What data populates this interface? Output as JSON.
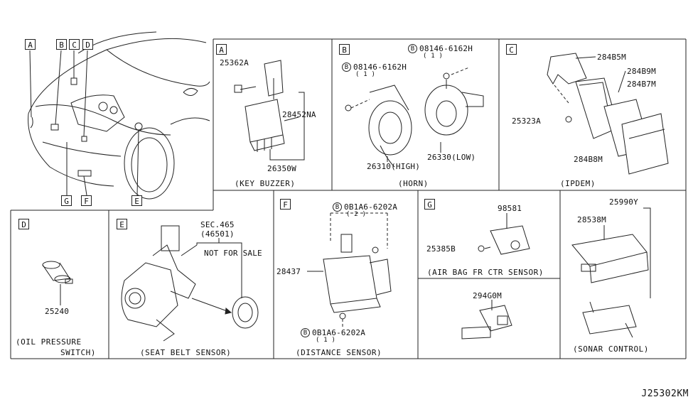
{
  "overview": {
    "callouts": [
      "A",
      "B",
      "C",
      "D",
      "G",
      "F",
      "E"
    ]
  },
  "panels": {
    "A": {
      "letter": "A",
      "caption": "(KEY BUZZER)",
      "parts": {
        "p1": "25362A",
        "p2": "28452NA",
        "p3": "26350W"
      }
    },
    "B": {
      "letter": "B",
      "caption": "(HORN)",
      "parts": {
        "p1": "08146-6162H",
        "p1_qty": "( 1 )",
        "p2": "08146-6162H",
        "p2_qty": "( 1 )",
        "p3": "26310(HIGH)",
        "p4": "26330(LOW)"
      },
      "bolt_symbol": "B"
    },
    "C": {
      "letter": "C",
      "caption": "(IPDEM)",
      "parts": {
        "p1": "284B5M",
        "p2": "284B9M",
        "p3": "284B7M",
        "p4": "25323A",
        "p5": "284B8M"
      }
    },
    "D": {
      "letter": "D",
      "caption_line1": "(OIL PRESSURE",
      "caption_line2": "SWITCH)",
      "parts": {
        "p1": "25240"
      }
    },
    "E": {
      "letter": "E",
      "caption": "(SEAT BELT SENSOR)",
      "parts": {
        "sec": "SEC.465",
        "sec_sub": "(46501)",
        "note": "NOT FOR SALE"
      }
    },
    "F": {
      "letter": "F",
      "caption": "(DISTANCE SENSOR)",
      "parts": {
        "p1": "0B1A6-6202A",
        "p1_qty": "( 2 )",
        "p2": "28437",
        "p3": "0B1A6-6202A",
        "p3_qty": "( 1 )"
      },
      "bolt_symbol": "B"
    },
    "G": {
      "letter": "G",
      "caption": "(AIR BAG FR CTR SENSOR)",
      "parts": {
        "p1": "98581",
        "p2": "25385B"
      }
    },
    "H": {
      "parts": {
        "p1": "294G0M"
      }
    },
    "S": {
      "caption": "(SONAR CONTROL)",
      "parts": {
        "p1": "25990Y",
        "p2": "28538M"
      }
    }
  },
  "diagram_code": "J25302KM"
}
